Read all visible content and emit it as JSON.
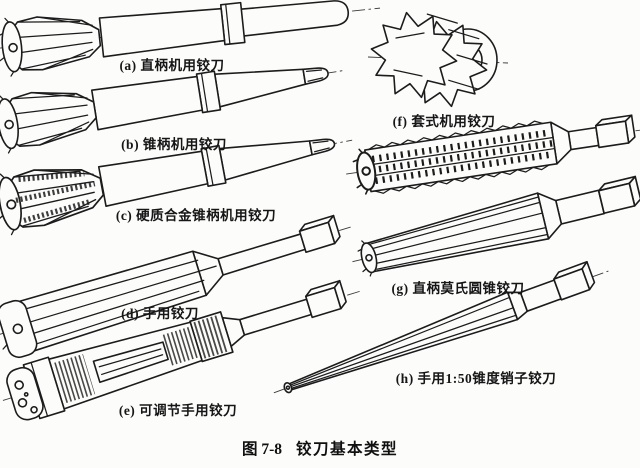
{
  "figure": {
    "caption_prefix": "图 7-8",
    "caption_title": "铰刀基本类型",
    "items": [
      {
        "key": "a",
        "label": "(a) 直柄机用铰刀"
      },
      {
        "key": "b",
        "label": "(b) 锥柄机用铰刀"
      },
      {
        "key": "c",
        "label": "(c) 硬质合金锥柄机用铰刀"
      },
      {
        "key": "d",
        "label": "(d) 手用铰刀"
      },
      {
        "key": "e",
        "label": "(e) 可调节手用铰刀"
      },
      {
        "key": "f",
        "label": "(f) 套式机用铰刀"
      },
      {
        "key": "g",
        "label": "(g) 直柄莫氏圆锥铰刀"
      },
      {
        "key": "h",
        "label": "(h) 手用1:50锥度销子铰刀"
      }
    ],
    "colors": {
      "ink": "#1c1c1c",
      "paper": "#fcfcfb"
    }
  }
}
